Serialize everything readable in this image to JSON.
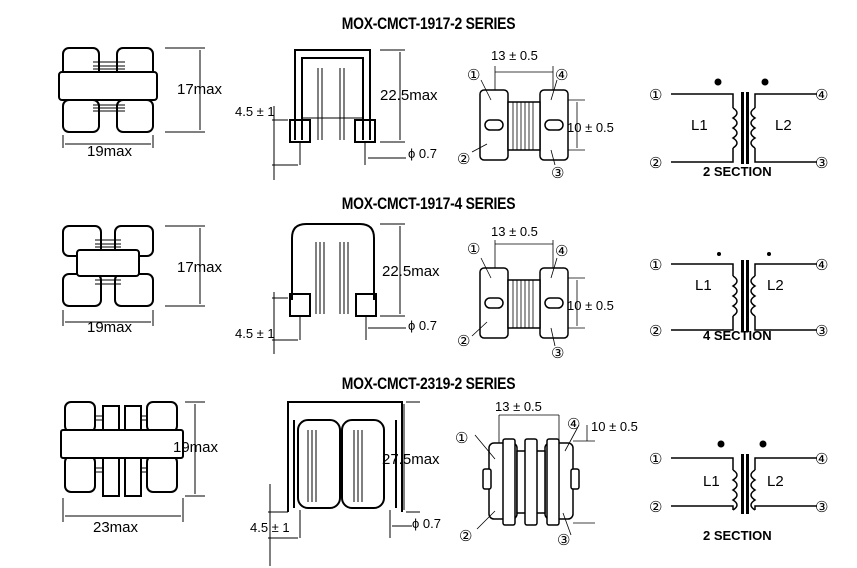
{
  "sections": [
    {
      "title": "MOX-CMCT-1917-2 SERIES",
      "top": {
        "height": "17max",
        "width": "19max"
      },
      "side": {
        "height": "22.5max",
        "lead": "4.5 ± 1",
        "dia": "ϕ 0.7"
      },
      "bottom": {
        "pitch_x": "13 ± 0.5",
        "pitch_y": "10 ± 0.5",
        "pins": [
          "①",
          "②",
          "③",
          "④"
        ]
      },
      "schematic": {
        "pins": [
          "①",
          "②",
          "③",
          "④"
        ],
        "coils": [
          "L1",
          "L2"
        ],
        "label": "2 SECTION"
      }
    },
    {
      "title": "MOX-CMCT-1917-4 SERIES",
      "top": {
        "height": "17max",
        "width": "19max"
      },
      "side": {
        "height": "22.5max",
        "lead": "4.5 ± 1",
        "dia": "ϕ 0.7"
      },
      "bottom": {
        "pitch_x": "13 ± 0.5",
        "pitch_y": "10 ± 0.5",
        "pins": [
          "①",
          "②",
          "③",
          "④"
        ]
      },
      "schematic": {
        "pins": [
          "①",
          "②",
          "③",
          "④"
        ],
        "coils": [
          "L1",
          "L2"
        ],
        "label": "4 SECTION"
      }
    },
    {
      "title": "MOX-CMCT-2319-2 SERIES",
      "top": {
        "height": "19max",
        "width": "23max"
      },
      "side": {
        "height": "27.5max",
        "lead": "4.5 ± 1",
        "dia": "ϕ 0.7"
      },
      "bottom": {
        "pitch_x": "13 ± 0.5",
        "pitch_y": "10 ± 0.5",
        "pins": [
          "①",
          "②",
          "③",
          "④"
        ]
      },
      "schematic": {
        "pins": [
          "①",
          "②",
          "③",
          "④"
        ],
        "coils": [
          "L1",
          "L2"
        ],
        "label": "2 SECTION"
      }
    }
  ]
}
